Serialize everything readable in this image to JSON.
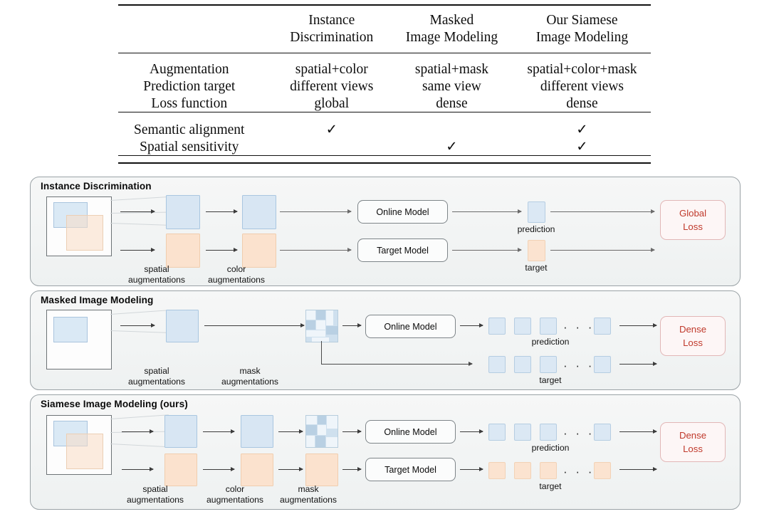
{
  "table": {
    "columns": [
      {
        "id": "row-label",
        "header_line1": "",
        "header_line2": ""
      },
      {
        "id": "instance-discrimination",
        "header_line1": "Instance",
        "header_line2": "Discrimination"
      },
      {
        "id": "masked-image-modeling",
        "header_line1": "Masked",
        "header_line2": "Image Modeling"
      },
      {
        "id": "siamese-image-modeling",
        "header_line1": "Our Siamese",
        "header_line2": "Image Modeling"
      }
    ],
    "property_rows": [
      {
        "label": "Augmentation",
        "values": [
          "spatial+color",
          "spatial+mask",
          "spatial+color+mask"
        ]
      },
      {
        "label": "Prediction target",
        "values": [
          "different views",
          "same view",
          "different views"
        ]
      },
      {
        "label": "Loss function",
        "values": [
          "global",
          "dense",
          "dense"
        ]
      }
    ],
    "check_rows": [
      {
        "label": "Semantic alignment",
        "values": [
          "✓",
          "",
          "✓"
        ]
      },
      {
        "label": "Spatial sensitivity",
        "values": [
          "",
          "✓",
          "✓"
        ]
      }
    ]
  },
  "panels": [
    {
      "id": "instance-discrimination",
      "title": "Instance Discrimination",
      "online_model": "Online Model",
      "target_model": "Target Model",
      "loss_line1": "Global",
      "loss_line2": "Loss",
      "prediction_label": "prediction",
      "target_label": "target",
      "aug_labels": [
        {
          "line1": "spatial",
          "line2": "augmentations"
        },
        {
          "line1": "color",
          "line2": "augmentations"
        }
      ]
    },
    {
      "id": "masked-image-modeling",
      "title": "Masked Image Modeling",
      "online_model": "Online Model",
      "loss_line1": "Dense",
      "loss_line2": "Loss",
      "prediction_label": "prediction",
      "target_label": "target",
      "dots": "· · ·",
      "aug_labels": [
        {
          "line1": "spatial",
          "line2": "augmentations"
        },
        {
          "line1": "mask",
          "line2": "augmentations"
        }
      ]
    },
    {
      "id": "siamese-image-modeling",
      "title": "Siamese Image Modeling (ours)",
      "online_model": "Online Model",
      "target_model": "Target Model",
      "loss_line1": "Dense",
      "loss_line2": "Loss",
      "prediction_label": "prediction",
      "target_label": "target",
      "dots": "· · ·",
      "aug_labels": [
        {
          "line1": "spatial",
          "line2": "augmentations"
        },
        {
          "line1": "color",
          "line2": "augmentations"
        },
        {
          "line1": "mask",
          "line2": "augmentations"
        }
      ]
    }
  ],
  "colors": {
    "blue_fill": "#d8e6f3",
    "blue_border": "#a9c6e0",
    "orange_fill": "#fbe2ce",
    "orange_border": "#f0cdae",
    "loss_text": "#c0392b",
    "panel_border": "#9aa2a6"
  }
}
